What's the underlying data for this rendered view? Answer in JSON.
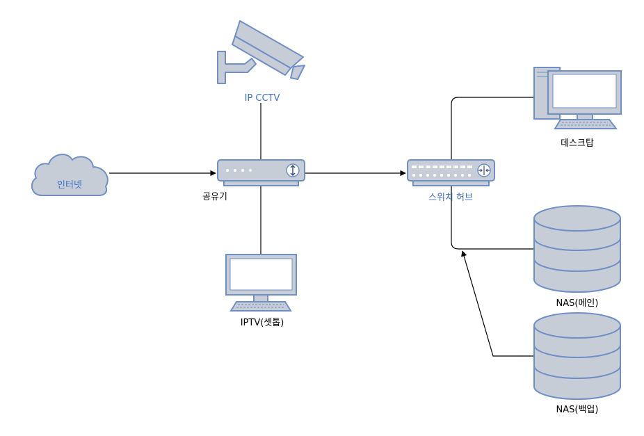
{
  "labels": {
    "internet": "인터넷",
    "router": "공유기",
    "cctv": "IP CCTV",
    "iptv": "IPTV(셋톱)",
    "switch": "스위치 허브",
    "desktop": "데스크탑",
    "nas_main": "NAS(메인)",
    "nas_backup": "NAS(백업)"
  },
  "colors": {
    "device_fill": "#c7cdd6",
    "device_stroke": "#6f8fc6",
    "screen": "#ffffff",
    "label_blue": "#3b6fc2",
    "label_black": "#000000",
    "line": "#000000"
  },
  "icons": {
    "internet": "cloud-icon",
    "router": "router-icon",
    "cctv": "security-camera-icon",
    "iptv": "monitor-icon",
    "switch": "switch-hub-icon",
    "desktop": "desktop-pc-icon",
    "nas_main": "database-icon",
    "nas_backup": "database-icon"
  }
}
